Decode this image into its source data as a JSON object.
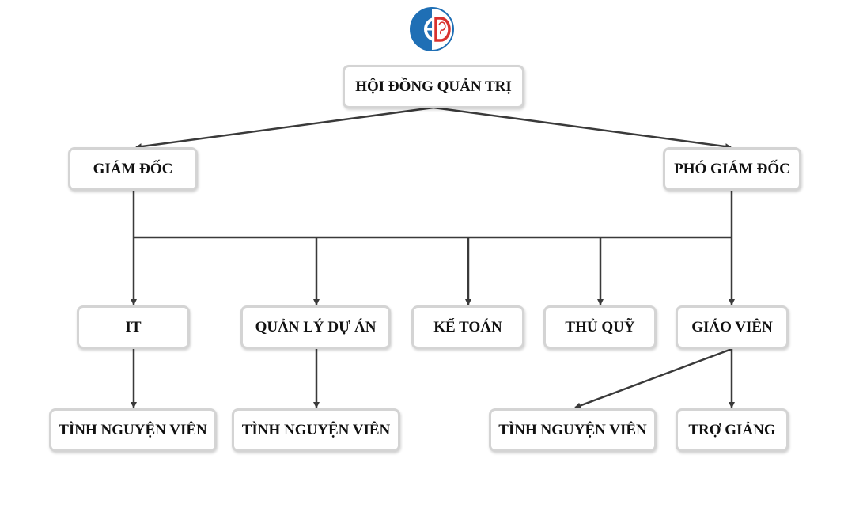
{
  "logo": {
    "text": "ED",
    "colors": {
      "blue": "#1f6fb5",
      "red": "#d9322e"
    }
  },
  "nodes": {
    "board": "HỘI ĐỒNG QUẢN TRỊ",
    "director": "GIÁM ĐỐC",
    "vice_director": "PHÓ GIÁM ĐỐC",
    "it": "IT",
    "project_manager": "QUẢN LÝ DỰ ÁN",
    "accountant": "KẾ TOÁN",
    "treasurer": "THỦ QUỸ",
    "teacher": "GIÁO VIÊN",
    "it_volunteer": "TÌNH NGUYỆN VIÊN",
    "pm_volunteer": "TÌNH NGUYỆN VIÊN",
    "teacher_volunteer": "TÌNH NGUYỆN VIÊN",
    "teaching_assistant": "TRỢ GIẢNG"
  },
  "colors": {
    "line": "#3a3a3a",
    "border": "#d4d4d4"
  }
}
